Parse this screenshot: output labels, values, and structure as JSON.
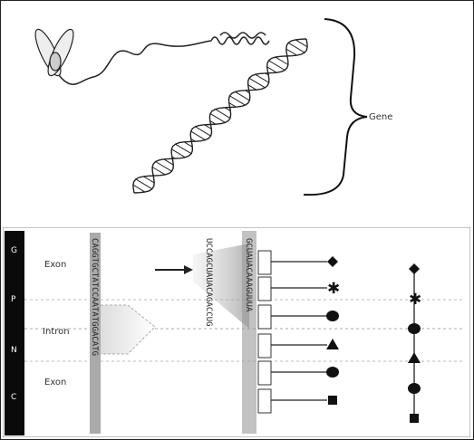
{
  "gene_label": "Gene",
  "bands": [
    "G",
    "P",
    "N",
    "C"
  ],
  "regions": [
    "Exon",
    "Intron",
    "Exon"
  ],
  "dna_column": "CAGGTGCTATCCAATATGGACATG",
  "rna_column": "UCCAGCUAUACAGACCUG",
  "codon_column": "GCUAUACAAAGUUUA",
  "colors": {
    "dark_band": "#0a0a0a",
    "gradient": "#aaaaaa",
    "line": "#333333"
  },
  "icons": [
    "chromosome-icon",
    "dna-helix-icon",
    "diamond-icon",
    "star-icon",
    "circle-icon",
    "triangle-icon",
    "square-icon"
  ]
}
